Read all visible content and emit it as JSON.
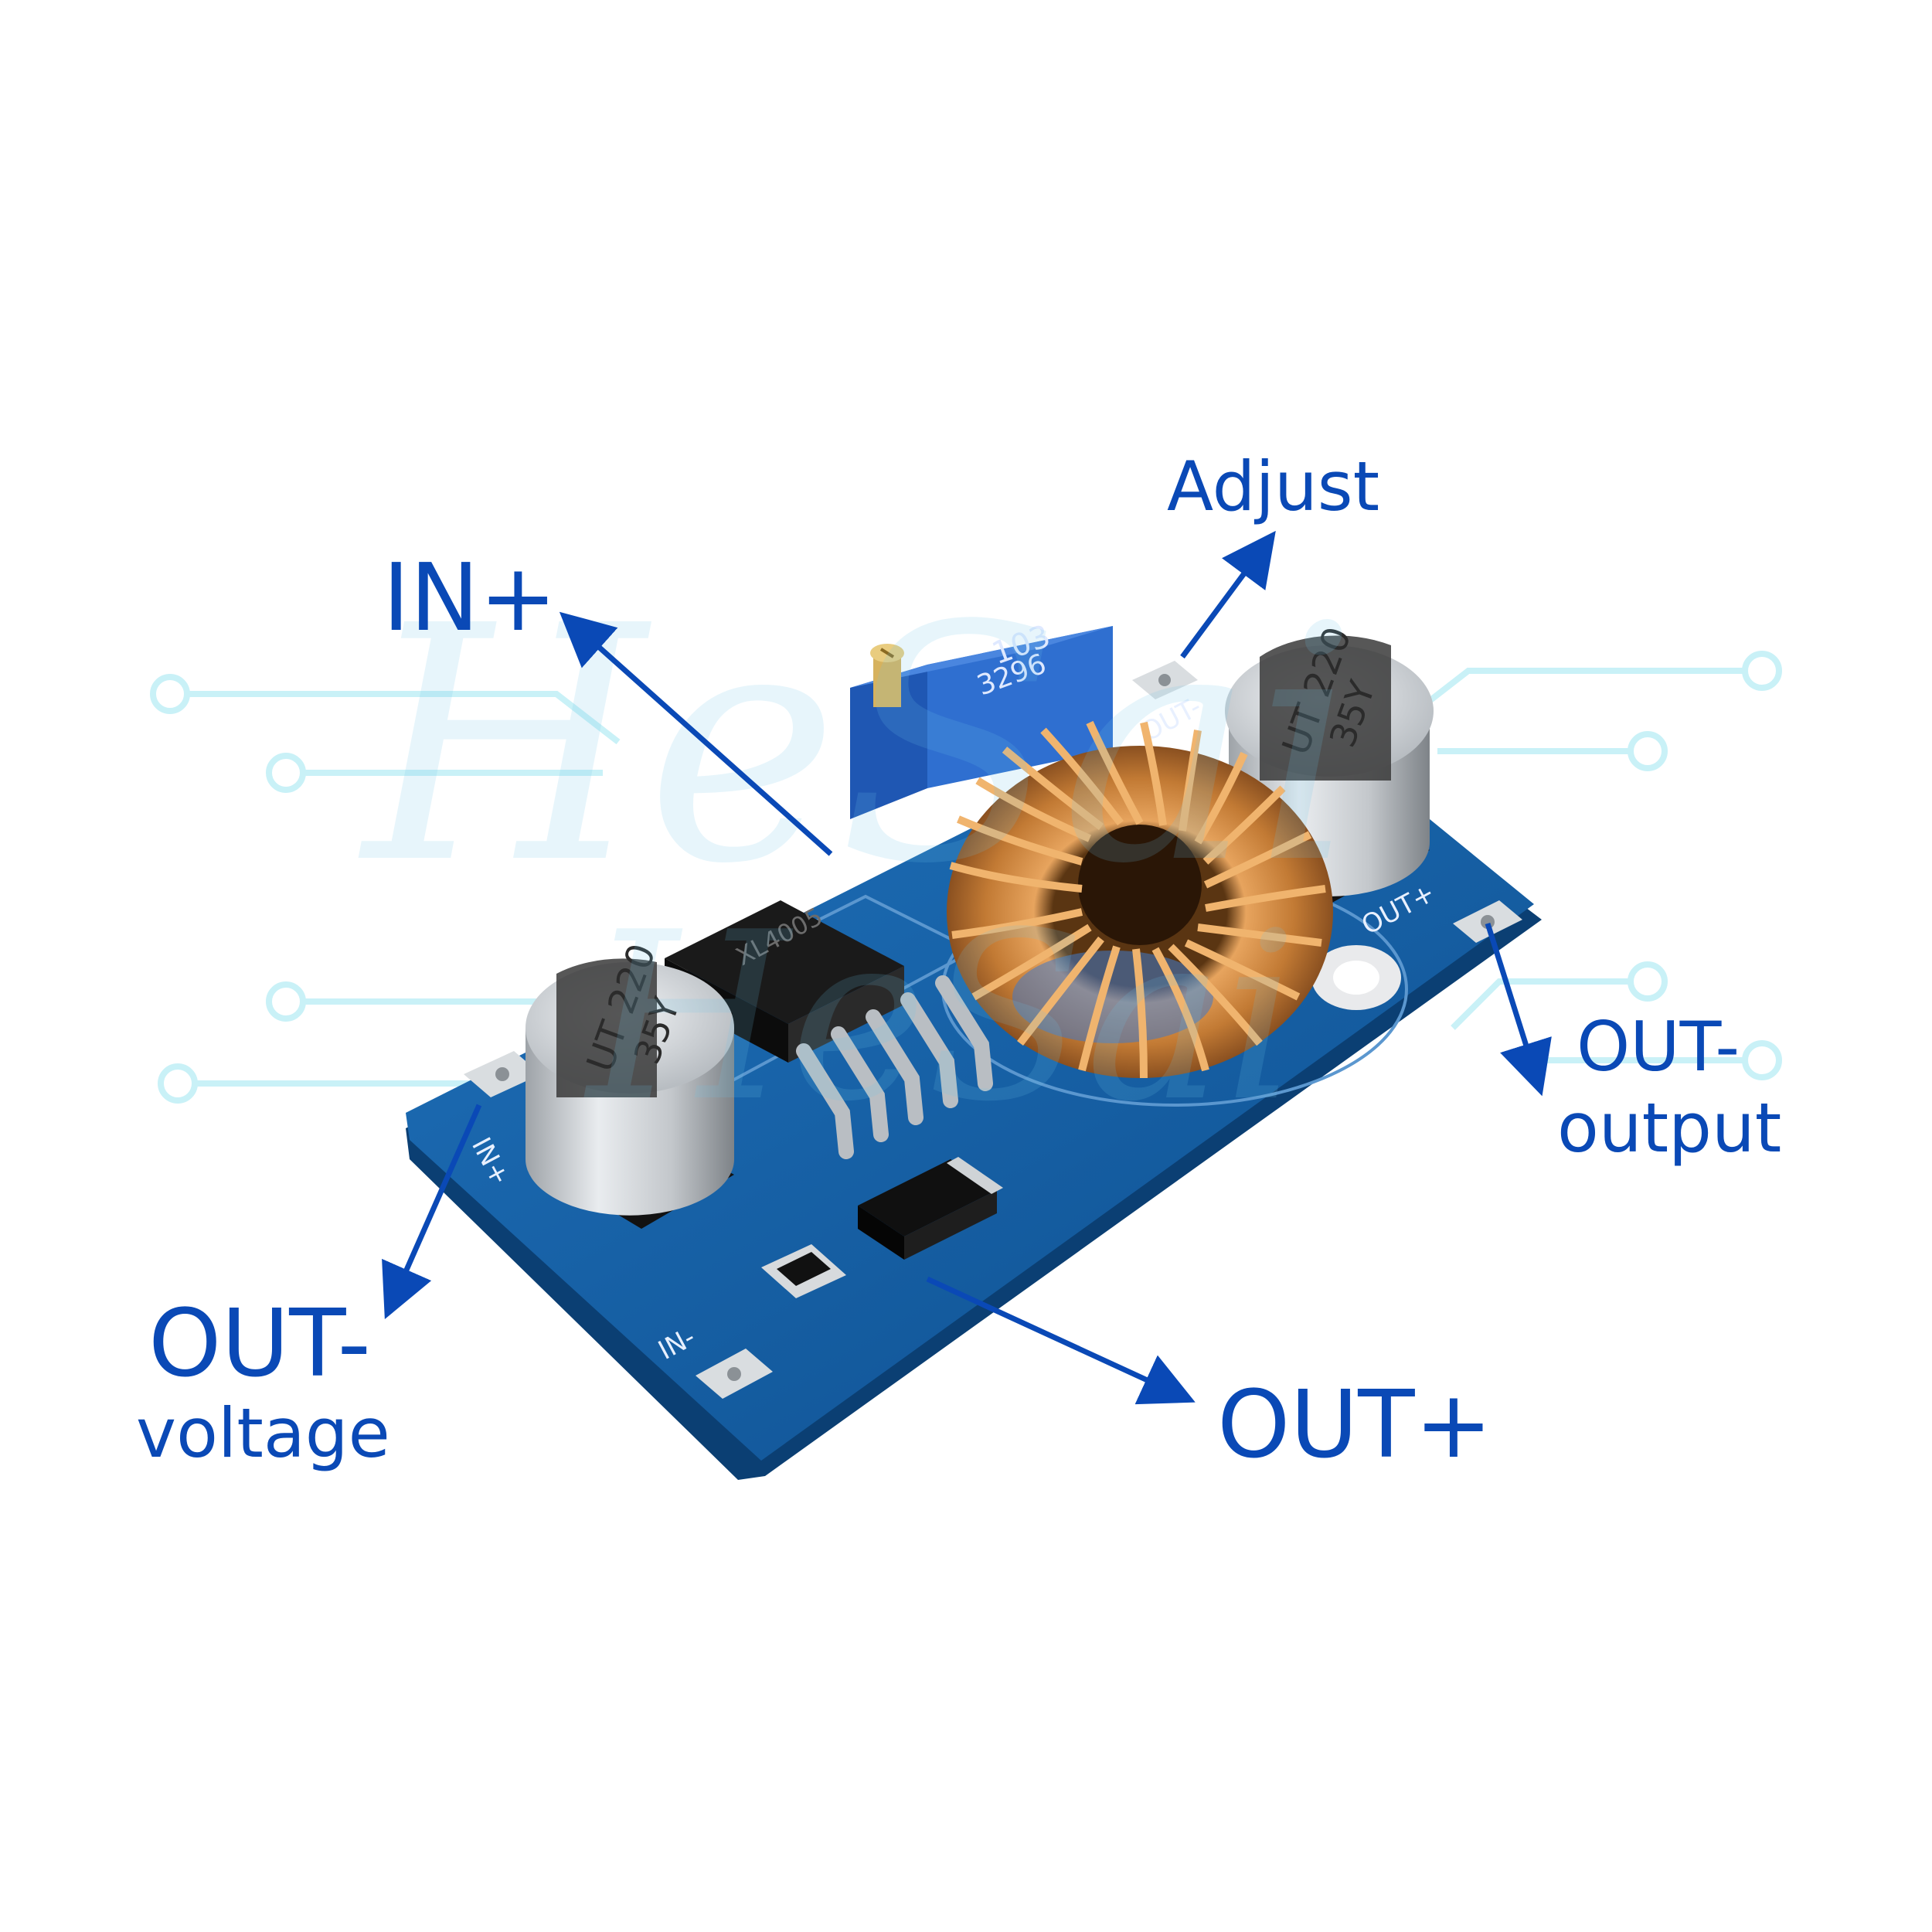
{
  "labels": {
    "in_plus": "IN+",
    "adjust": "Adjust",
    "out_minus_right_1": "OUT-",
    "out_minus_right_2": "output",
    "out_minus_left_1": "OUT-",
    "out_minus_left_2": "voltage",
    "out_plus_bottom": "OUT+"
  },
  "watermark": {
    "line1": "HeSai",
    "line2": "HeSai"
  },
  "board": {
    "cap_left_1": "UT 220",
    "cap_left_2": "35Y",
    "cap_right_1": "UT 220",
    "cap_right_2": "35Y",
    "pot_1": "103",
    "pot_2": "3296",
    "chip": "XL4005",
    "silk_in_plus": "IN+",
    "silk_in_minus": "IN-",
    "silk_out_plus": "OUT+",
    "silk_out_minus": "OUT-"
  },
  "colors": {
    "label_blue": "#0a49b6",
    "pcb_blue": "#135ea6",
    "copper": "#c9843e"
  }
}
